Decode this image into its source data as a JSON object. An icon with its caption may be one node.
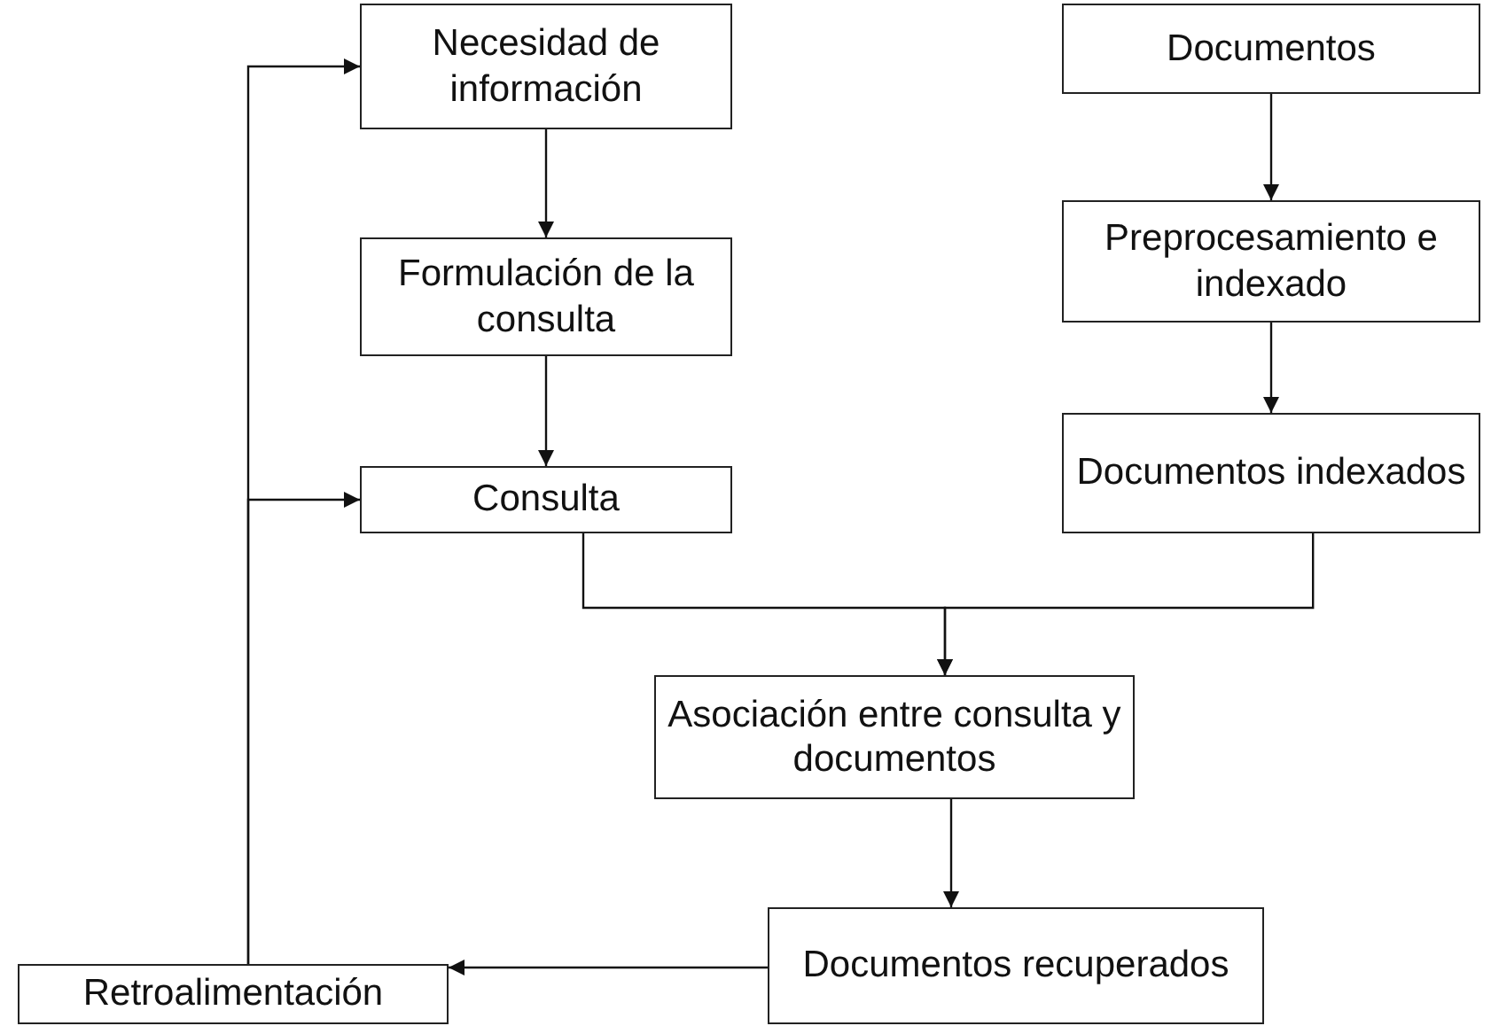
{
  "diagram": {
    "nodes": [
      {
        "text": [
          "Necesidad de información"
        ]
      },
      {
        "text": [
          "Formulación de la consulta"
        ]
      },
      {
        "text": [
          "Consulta"
        ]
      },
      {
        "text": [
          "Documentos"
        ]
      },
      {
        "text": [
          "Preprocesamiento e indexado"
        ]
      },
      {
        "text": [
          "Documentos indexados"
        ]
      },
      {
        "text": [
          "Asociación entre consulta y documentos"
        ]
      },
      {
        "text": [
          "Documentos recuperados"
        ]
      },
      {
        "text": [
          "Retroalimentación"
        ]
      }
    ],
    "edges": [
      {
        "from": 0,
        "to": 1,
        "arrow": "to"
      },
      {
        "from": 1,
        "to": 2,
        "arrow": "to"
      },
      {
        "from": 3,
        "to": 4,
        "arrow": "to"
      },
      {
        "from": 4,
        "to": 5,
        "arrow": "to"
      },
      {
        "from": 2,
        "to": 6,
        "arrow": "to"
      },
      {
        "from": 5,
        "to": 6,
        "arrow": "to"
      },
      {
        "from": 6,
        "to": 7,
        "arrow": "to"
      },
      {
        "from": 7,
        "to": 8,
        "arrow": "to"
      },
      {
        "from": 8,
        "to": 0,
        "arrow": "to"
      },
      {
        "from": 8,
        "to": 2,
        "arrow": "to"
      }
    ]
  }
}
